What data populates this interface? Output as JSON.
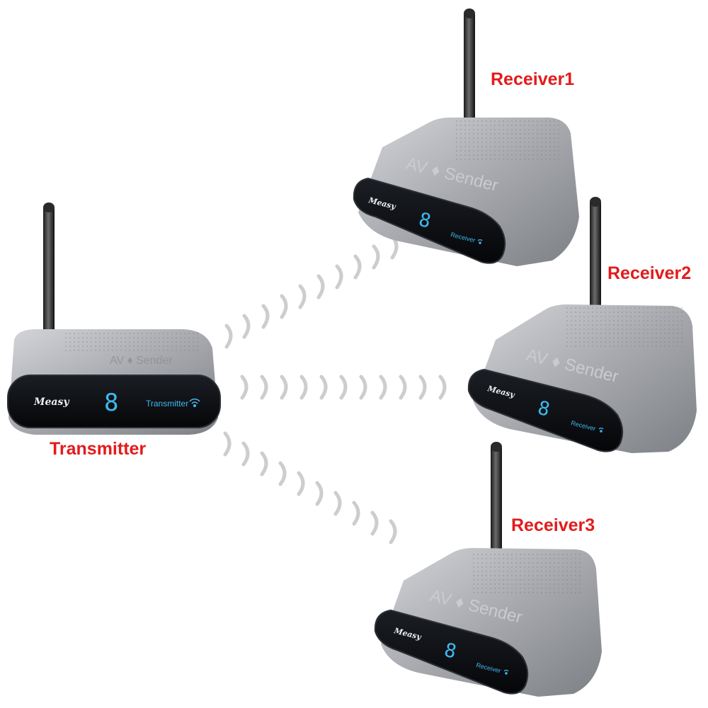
{
  "colors": {
    "label_red": "#e31b1b",
    "body_silver": "#a4a6ab",
    "face_black": "#0a0c10",
    "display_blue": "#3fb9f0",
    "wave_gray": "#cdcdcd"
  },
  "transmitter": {
    "label": "Transmitter",
    "brand": "Measy",
    "top_text": "AV",
    "top_sub": "Sender",
    "channel_digit": "8",
    "mode_text": "Transmitter",
    "icon": "wifi-icon"
  },
  "receivers": [
    {
      "label": "Receiver1",
      "brand": "Measy",
      "top_text": "AV",
      "top_sub": "Sender",
      "channel_digit": "8",
      "mode_text": "Receiver",
      "icon": "wifi-icon"
    },
    {
      "label": "Receiver2",
      "brand": "Measy",
      "top_text": "AV",
      "top_sub": "Sender",
      "channel_digit": "8",
      "mode_text": "Receiver",
      "icon": "wifi-icon"
    },
    {
      "label": "Receiver3",
      "brand": "Measy",
      "top_text": "AV",
      "top_sub": "Sender",
      "channel_digit": "8",
      "mode_text": "Receiver",
      "icon": "wifi-icon"
    }
  ],
  "signal_waves": {
    "icon": "radio-wave-icon",
    "beams": 3
  }
}
